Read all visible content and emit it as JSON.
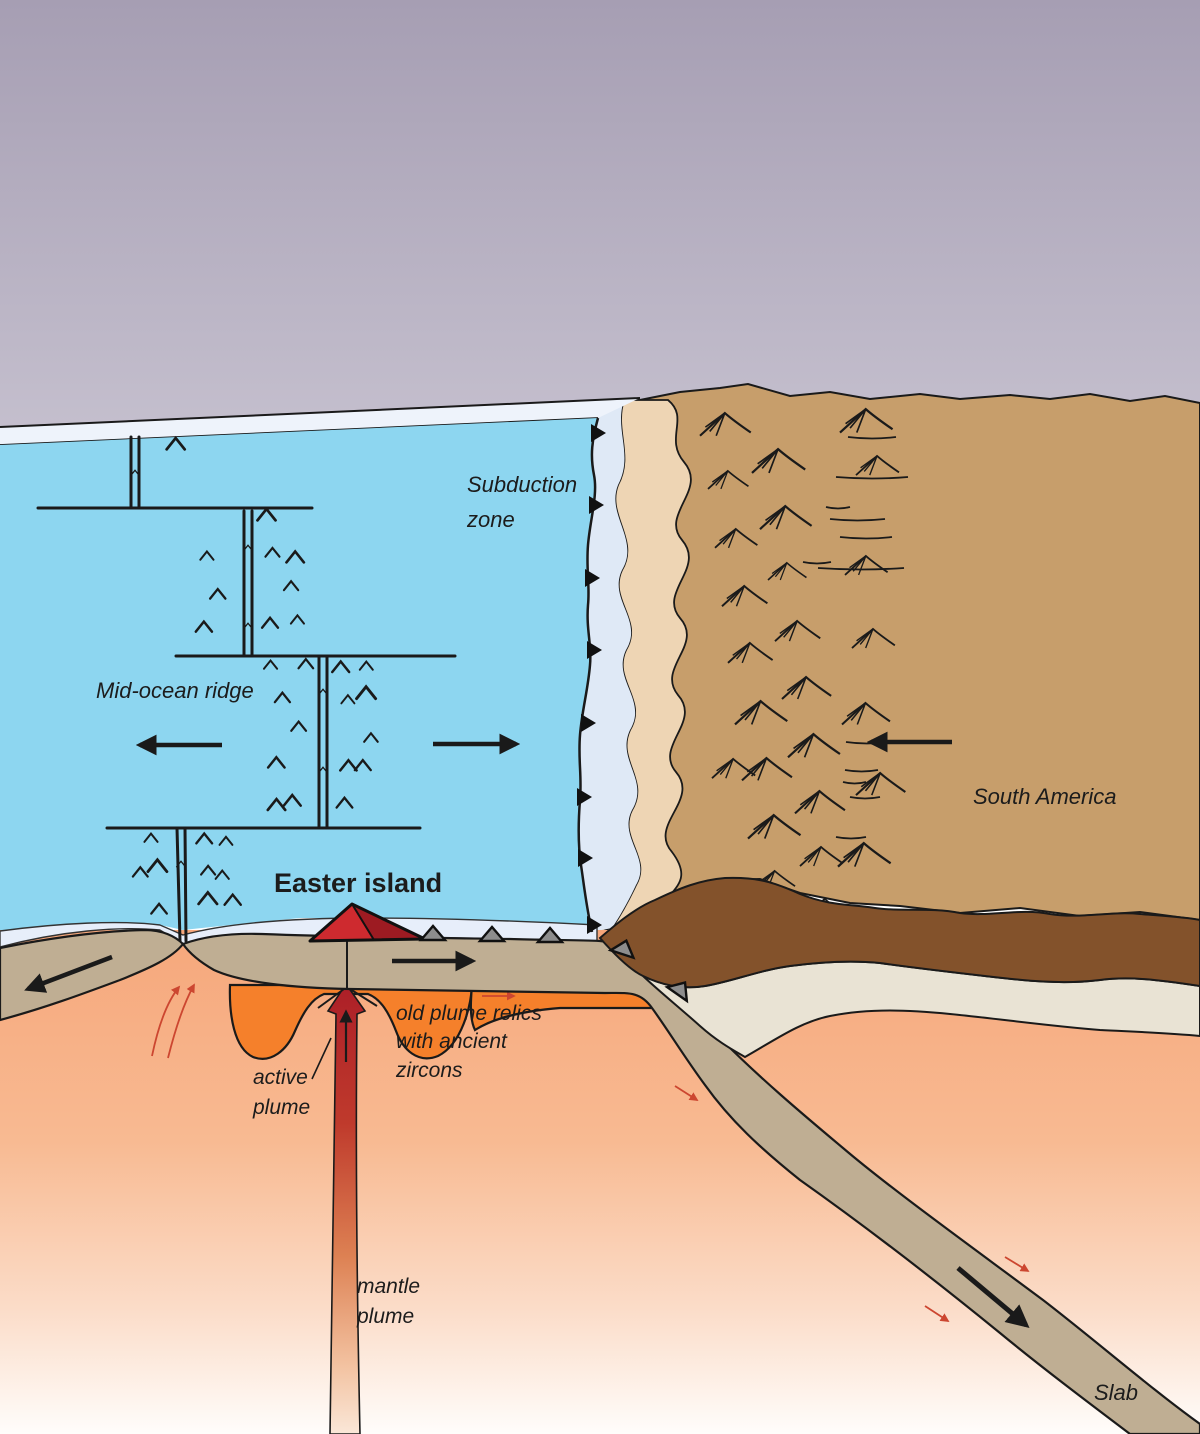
{
  "labels": {
    "subduction_zone_line1": "Subduction",
    "subduction_zone_line2": "zone",
    "mid_ocean_ridge": "Mid-ocean ridge",
    "south_america": "South America",
    "easter_island": "Easter island",
    "old_plume_relics_line1": "old plume relics",
    "old_plume_relics_line2": "with ancient",
    "old_plume_relics_line3": "zircons",
    "active_plume_line1": "active",
    "active_plume_line2": "plume",
    "mantle_plume_line1": "mantle",
    "mantle_plume_line2": "plume",
    "slab": "Slab"
  },
  "colors": {
    "sky_top": "#a69eb3",
    "sky_bottom": "#c7c2d0",
    "ocean": "#8dd6f0",
    "ocean_edge_strip": "#eef3fb",
    "shelf": "#dfe9f6",
    "coast": "#eed5b4",
    "land": "#c79e6b",
    "crust_brown": "#83522b",
    "lithosphere": "#bfae93",
    "mantle_wedge": "#e9e3d4",
    "mantle_top": "#f6a77b",
    "mantle_mid": "#f8ba92",
    "mantle_low": "#fbdcc8",
    "mantle_bottom": "#fffdfb",
    "plume_head": "#f5802b",
    "plume_top": "#ad2028",
    "plume_mid": "#bf3a2c",
    "plume_fade": "#dd8153",
    "plume_light": "#f3c3a2",
    "plume_bottom": "#fae7d8",
    "surface_strip": "#e7eefa",
    "volcano_red": "#ce2a2f",
    "volcano_shadow": "#9d1b22",
    "seamount_gray": "#8d8d8d",
    "outline": "#1a1a1a",
    "text": "#1c1c1c",
    "arrow_red": "#cc4630"
  }
}
